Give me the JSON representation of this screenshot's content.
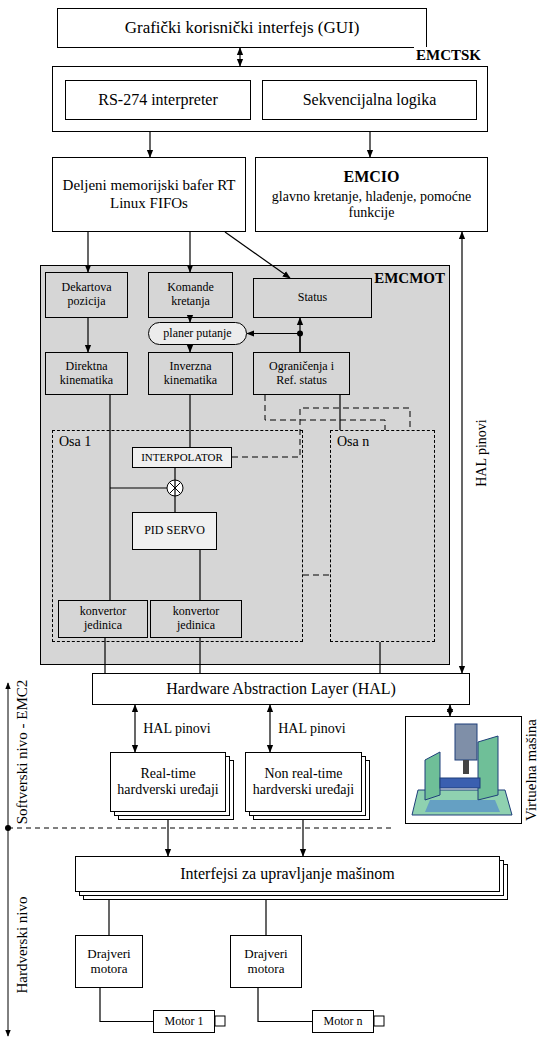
{
  "diagram": {
    "nodes": [
      {
        "text": [
          "Grafički korisnički interfejs (GUI)"
        ]
      },
      {
        "text": [
          "EMCTSK"
        ]
      },
      {
        "text": [
          "RS-274 interpreter"
        ],
        "in": 1
      },
      {
        "text": [
          "Sekvencijalna logika"
        ],
        "in": 1
      },
      {
        "text": [
          "Deljeni memorijski bafer RT Linux FIFOs"
        ]
      },
      {
        "text": [
          "EMCIO",
          "glavno kretanje, hlađenje, pomoćne funkcije"
        ]
      },
      {
        "text": [
          "EMCMOT"
        ]
      },
      {
        "text": [
          "Dekartova pozicija"
        ],
        "in": 6
      },
      {
        "text": [
          "Komande kretanja"
        ],
        "in": 6
      },
      {
        "text": [
          "Status"
        ],
        "in": 6
      },
      {
        "text": [
          "planer putanje"
        ],
        "in": 6
      },
      {
        "text": [
          "Direktna kinematika"
        ],
        "in": 6
      },
      {
        "text": [
          "Inverzna kinematika"
        ],
        "in": 6
      },
      {
        "text": [
          "Ograničenja i Ref. status"
        ],
        "in": 6
      },
      {
        "text": [
          "Osa 1"
        ],
        "in": 6
      },
      {
        "text": [
          "INTERPOLATOR"
        ],
        "in": 14
      },
      {
        "text": [
          "PID SERVO"
        ],
        "in": 14
      },
      {
        "text": [
          "konvertor jedinica"
        ],
        "in": 14
      },
      {
        "text": [
          "konvertor jedinica"
        ],
        "in": 14
      },
      {
        "text": [
          "Osa n"
        ],
        "in": 6
      },
      {
        "text": [
          "Hardware Abstraction Layer (HAL)"
        ]
      },
      {
        "text": [
          "Real-time hardverski uređaji"
        ]
      },
      {
        "text": [
          "Non real-time hardverski uređaji"
        ]
      },
      {
        "text": [
          "Virtuelna mašina"
        ]
      },
      {
        "text": [
          "Interfejsi za upravljanje mašinom"
        ]
      },
      {
        "text": [
          "Drajveri motora"
        ]
      },
      {
        "text": [
          "Drajveri motora"
        ]
      },
      {
        "text": [
          "Motor 1"
        ]
      },
      {
        "text": [
          "Motor n"
        ]
      }
    ],
    "edges": [
      {
        "from": 0,
        "to": 1,
        "arrow": "both"
      },
      {
        "from": 2,
        "to": 4,
        "arrow": "both"
      },
      {
        "from": 3,
        "to": 5,
        "arrow": "both"
      },
      {
        "from": 4,
        "to": 7,
        "arrow": "to"
      },
      {
        "from": 4,
        "to": 8,
        "arrow": "to"
      },
      {
        "from": 4,
        "to": 9,
        "arrow": "to"
      },
      {
        "from": 7,
        "to": 11,
        "arrow": "to"
      },
      {
        "from": 8,
        "to": 10,
        "arrow": "to"
      },
      {
        "from": 10,
        "to": 12,
        "arrow": "to"
      },
      {
        "from": 13,
        "to": 9,
        "arrow": "to"
      },
      {
        "from": 13,
        "to": 10,
        "arrow": "to"
      },
      {
        "from": 12,
        "to": 15,
        "arrow": "none"
      },
      {
        "from": 15,
        "to": 16,
        "arrow": "none"
      },
      {
        "from": 16,
        "to": 18,
        "arrow": "none"
      },
      {
        "from": 17,
        "to": 11,
        "arrow": "none"
      },
      {
        "from": 13,
        "to": 19,
        "arrow": "none"
      },
      {
        "from": 17,
        "to": 20,
        "arrow": "none"
      },
      {
        "from": 18,
        "to": 20,
        "arrow": "none"
      },
      {
        "from": 19,
        "to": 20,
        "arrow": "none"
      },
      {
        "from": 5,
        "to": 20,
        "label": "HAL pinovi",
        "arrow": "both"
      },
      {
        "from": 20,
        "to": 21,
        "label": "HAL pinovi",
        "arrow": "both"
      },
      {
        "from": 20,
        "to": 22,
        "label": "HAL pinovi",
        "arrow": "both"
      },
      {
        "from": 20,
        "to": 23,
        "arrow": "both"
      },
      {
        "from": 21,
        "to": 24,
        "arrow": "both"
      },
      {
        "from": 22,
        "to": 24,
        "arrow": "both"
      },
      {
        "from": 24,
        "to": 25,
        "arrow": "none"
      },
      {
        "from": 24,
        "to": 26,
        "arrow": "none"
      },
      {
        "from": 25,
        "to": 27,
        "arrow": "none"
      },
      {
        "from": 26,
        "to": 28,
        "arrow": "none"
      }
    ],
    "labels": [
      "Softverski nivo - EMC2",
      "Hardverski nivo"
    ]
  }
}
